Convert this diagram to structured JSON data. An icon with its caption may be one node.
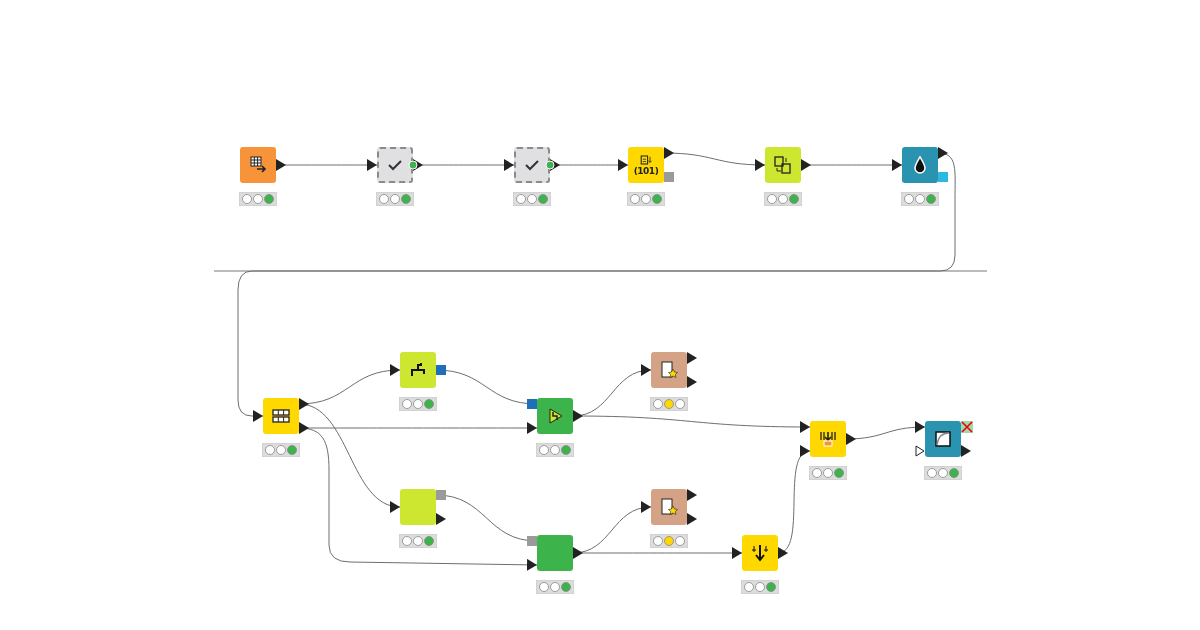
{
  "diagram": {
    "nodes": [
      {
        "text": [],
        "shape": "box"
      },
      {
        "text": [],
        "shape": "box"
      },
      {
        "text": [],
        "shape": "box"
      },
      {
        "text": [
          "(101)"
        ]
      },
      {
        "text": [],
        "shape": "box"
      },
      {
        "text": [],
        "shape": "box"
      },
      {
        "text": [],
        "shape": "box"
      },
      {
        "text": [],
        "shape": "box"
      },
      {
        "text": [],
        "shape": "box"
      },
      {
        "text": [],
        "shape": "box"
      },
      {
        "text": [],
        "shape": "box"
      },
      {
        "text": [],
        "shape": "box"
      },
      {
        "text": [],
        "shape": "box"
      },
      {
        "text": [],
        "shape": "box"
      },
      {
        "text": [],
        "shape": "box"
      },
      {
        "text": [],
        "shape": "box"
      }
    ],
    "edges": [
      {
        "from": 0,
        "to": 1,
        "arrow": "to"
      },
      {
        "from": 1,
        "to": 2,
        "arrow": "to"
      },
      {
        "from": 2,
        "to": 3,
        "arrow": "to"
      },
      {
        "from": 3,
        "to": 4,
        "arrow": "to"
      },
      {
        "from": 4,
        "to": 5,
        "arrow": "to"
      },
      {
        "from": 5,
        "to": 6,
        "arrow": "to"
      },
      {
        "from": 6,
        "to": 7,
        "arrow": "to"
      },
      {
        "from": 6,
        "to": 8,
        "arrow": "to"
      },
      {
        "from": 6,
        "to": 12,
        "arrow": "to"
      },
      {
        "from": 6,
        "to": 13,
        "arrow": "to"
      },
      {
        "from": 7,
        "to": 8,
        "arrow": "none"
      },
      {
        "from": 8,
        "to": 9,
        "arrow": "to"
      },
      {
        "from": 8,
        "to": 10,
        "arrow": "to"
      },
      {
        "from": 12,
        "to": 13,
        "arrow": "none"
      },
      {
        "from": 13,
        "to": 14,
        "arrow": "to"
      },
      {
        "from": 13,
        "to": 15,
        "arrow": "to"
      },
      {
        "from": 15,
        "to": 10,
        "arrow": "to"
      },
      {
        "from": 10,
        "to": 11,
        "arrow": "to"
      }
    ]
  }
}
